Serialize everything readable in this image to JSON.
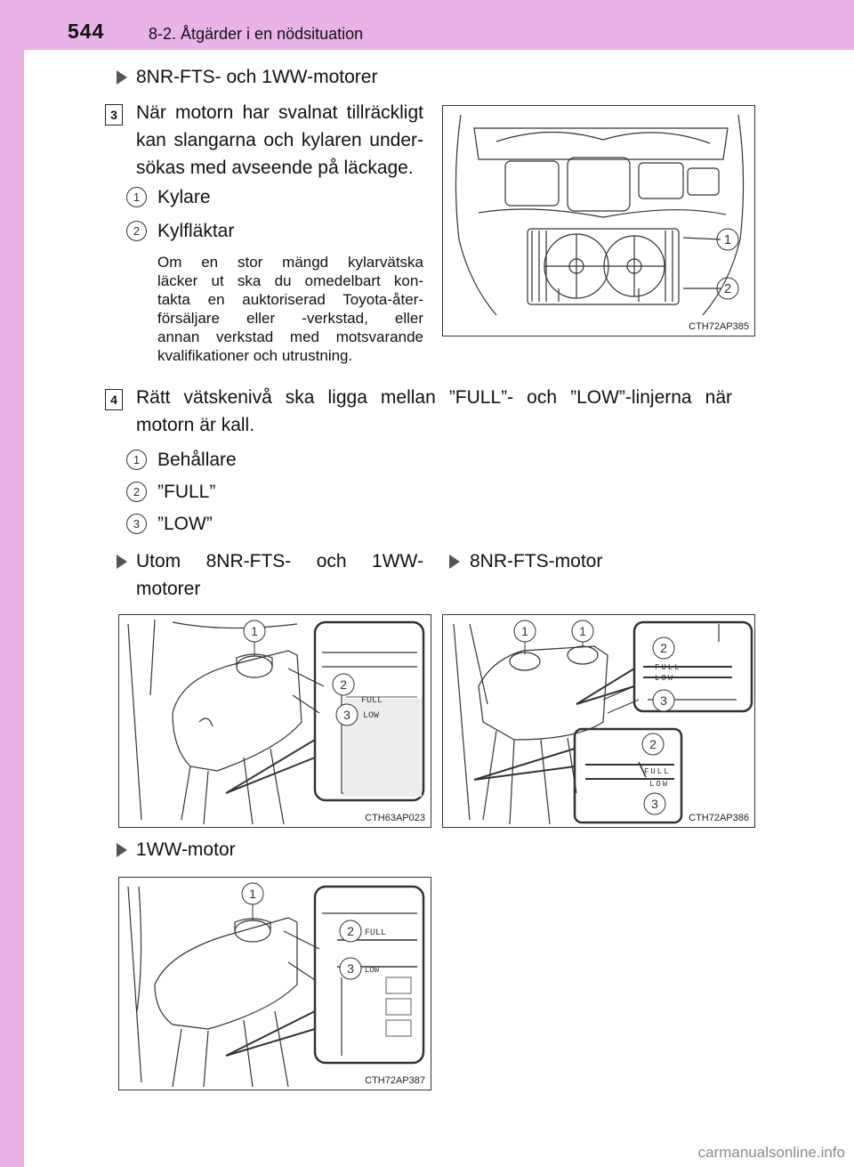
{
  "header": {
    "page_number": "544",
    "section": "8-2. Åtgärder i en nödsituation"
  },
  "intro_bullet": "8NR-FTS- och 1WW-motorer",
  "step3": {
    "number": "3",
    "text_lines": [
      "När motorn har svalnat tillräckligt",
      "kan slangarna och kylaren under-",
      "sökas med avseende på läckage."
    ],
    "items": [
      {
        "n": "1",
        "label": "Kylare"
      },
      {
        "n": "2",
        "label": "Kylfläktar"
      }
    ],
    "note_lines": [
      "Om en stor mängd kylarvätska",
      "läcker ut ska du omedelbart kon-",
      "takta en auktoriserad Toyota-åter-",
      "försäljare eller -verkstad, eller",
      "annan verkstad med motsvarande",
      "kvalifikationer och utrustning."
    ],
    "figure": {
      "code": "CTH72AP385",
      "callouts": [
        "1",
        "2"
      ]
    }
  },
  "step4": {
    "number": "4",
    "text_lines": [
      "Rätt vätskenivå ska ligga mellan ”FULL”- och ”LOW”-linjerna när",
      "motorn är kall."
    ],
    "items": [
      {
        "n": "1",
        "label": "Behållare"
      },
      {
        "n": "2",
        "label": "”FULL”"
      },
      {
        "n": "3",
        "label": "”LOW”"
      }
    ]
  },
  "variants": {
    "left_bullet_lines": [
      "Utom 8NR-FTS- och 1WW-",
      "motorer"
    ],
    "right_bullet": "8NR-FTS-motor",
    "bottom_bullet": "1WW-motor"
  },
  "figures": {
    "fig_left": {
      "code": "CTH63AP023",
      "callouts": [
        "1",
        "2",
        "3"
      ],
      "full": "FULL",
      "low": "LOW"
    },
    "fig_right": {
      "code": "CTH72AP386",
      "callouts": [
        "1",
        "1",
        "2",
        "3",
        "2",
        "3"
      ],
      "full": "FULL",
      "low": "LOW"
    },
    "fig_bottom": {
      "code": "CTH72AP387",
      "callouts": [
        "1",
        "2",
        "3"
      ],
      "full": "FULL",
      "low": "LOW"
    }
  },
  "watermark": "carmanualsonline.info",
  "colors": {
    "band": "#e9b3e8"
  }
}
